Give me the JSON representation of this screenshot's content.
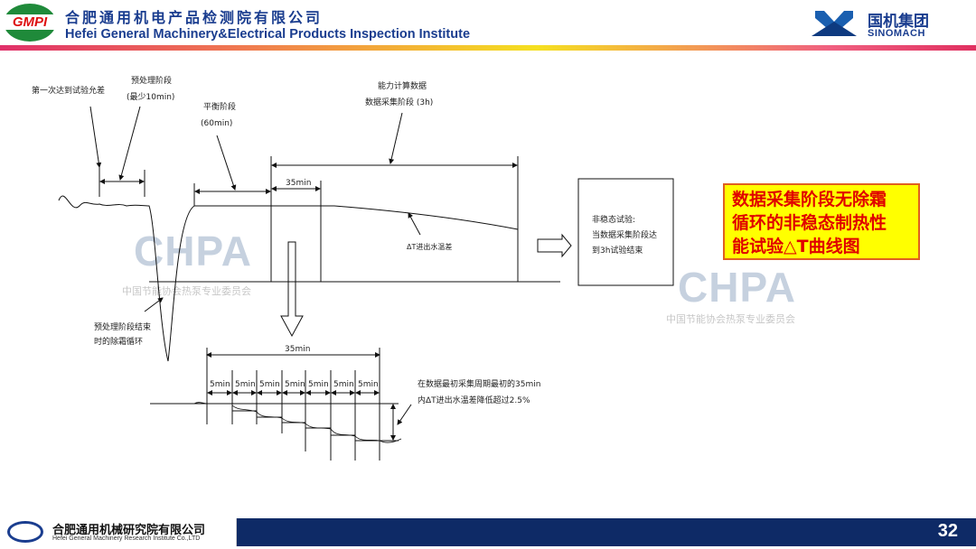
{
  "header": {
    "logo_text": "GMPI",
    "title_cn": "合肥通用机电产品检测院有限公司",
    "title_en": "Hefei General Machinery&Electrical  Products Inspection Institute",
    "brand_cn": "国机集团",
    "brand_en": "SINOMACH"
  },
  "diagram": {
    "first_tolerance": "第一次达到试验允差",
    "pre_stage": "预处理阶段",
    "pre_min": "(最少10min)",
    "balance_stage": "平衡阶段",
    "balance_min": "(60min)",
    "capacity_calc": "能力计算数据",
    "collect_stage": "数据采集阶段 (3h)",
    "min35_top": "35min",
    "delta_t": "ΔT进出水温差",
    "defrost_end_1": "预处理阶段结束",
    "defrost_end_2": "时的除霜循环",
    "box_1": "非稳态试验:",
    "box_2": "当数据采集阶段达",
    "box_3": "到3h试验结束",
    "min35_bottom": "35min",
    "min5": [
      "5min",
      "5min",
      "5min",
      "5min",
      "5min",
      "5min",
      "5min"
    ],
    "drop_note_1": "在数据最初采集周期最初的35min",
    "drop_note_2": "内ΔT进出水温差降低超过2.5%"
  },
  "callout": {
    "lines": [
      "数据采集阶段无除霜",
      "循环的非稳态制热性",
      "能试验△T曲线图"
    ]
  },
  "watermark": {
    "big": "CHPA",
    "cn": "中国节能协会热泵专业委员会"
  },
  "footer": {
    "company_cn": "合肥通用机械研究院有限公司",
    "company_en": "Hefei General Machinery Research Institute Co.,LTD",
    "page": "32"
  }
}
